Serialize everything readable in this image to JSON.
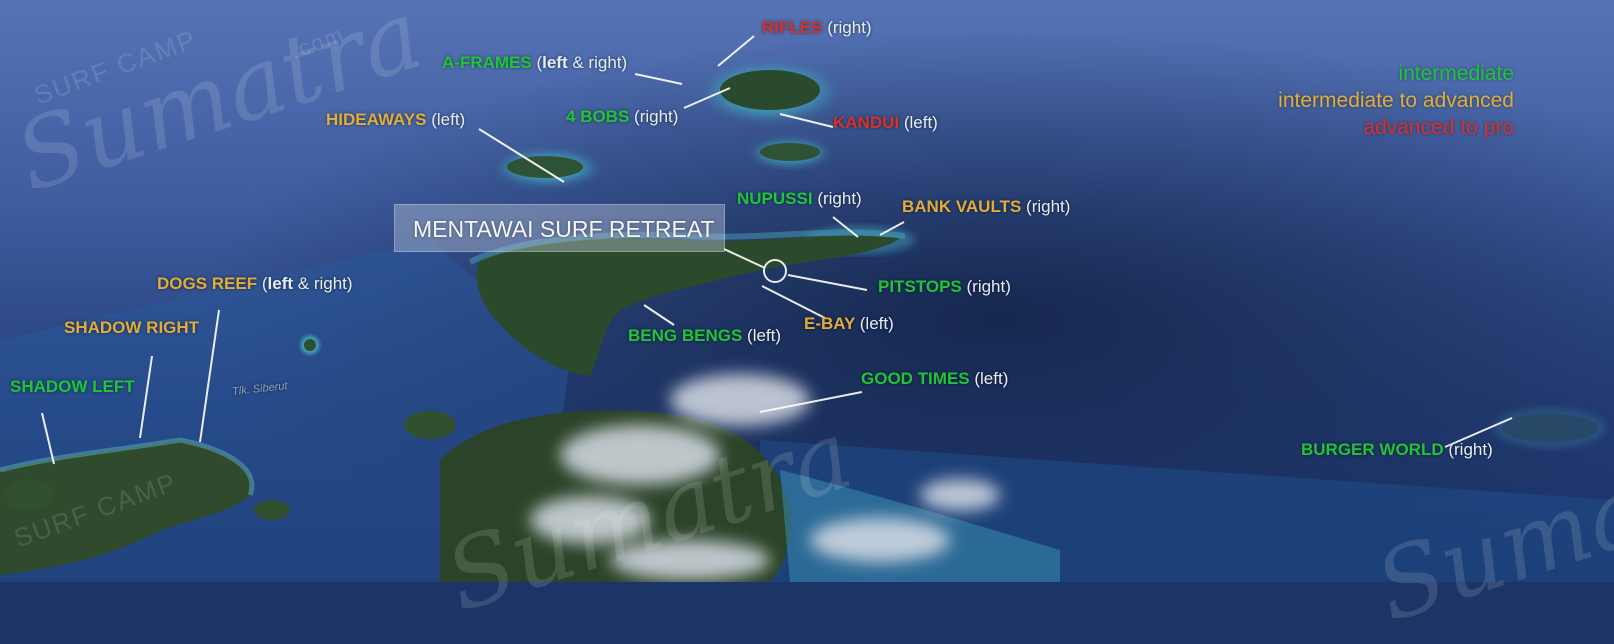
{
  "watermark": {
    "brand_top": "SURF CAMP",
    "brand_main": "Sumatra",
    "brand_suffix": ".com"
  },
  "legend": [
    {
      "text": "intermediate",
      "color": "#1ec53a"
    },
    {
      "text": "intermediate to advanced",
      "color": "#e0ad3a"
    },
    {
      "text": "advanced to pro",
      "color": "#d6312c"
    }
  ],
  "retreat": {
    "label": "MENTAWAI SURF RETREAT"
  },
  "place_label": "Tlk. Siberut",
  "spots": {
    "rifles": {
      "name": "RIFLES",
      "side": "(right)"
    },
    "a_frames": {
      "name": "A-FRAMES",
      "side_pre": "(",
      "side_bold1": "left",
      "side_mid": " & ",
      "side_bold2": "",
      "side_post": "right)"
    },
    "four_bobs": {
      "name": "4 BOBS",
      "side": "(right)"
    },
    "kandui": {
      "name": "KANDUI",
      "side": "(left)"
    },
    "hideaways": {
      "name": "HIDEAWAYS",
      "side": "(left)"
    },
    "nupussi": {
      "name": "NUPUSSI",
      "side": "(right)"
    },
    "bank_vaults": {
      "name": "BANK VAULTS",
      "side": "(right)"
    },
    "pitstops": {
      "name": "PITSTOPS",
      "side": "(right)"
    },
    "e_bay": {
      "name": "E-BAY",
      "side": "(left)"
    },
    "beng_bengs": {
      "name": "BENG BENGS",
      "side": "(left)"
    },
    "dogs_reef": {
      "name": "DOGS REEF",
      "side_pre": "(",
      "side_bold1": "left",
      "side_mid": " & ",
      "side_post": "right)"
    },
    "shadow_right": {
      "name": "SHADOW RIGHT"
    },
    "shadow_left": {
      "name": "SHADOW LEFT"
    },
    "good_times": {
      "name": "GOOD TIMES",
      "side": "(left)"
    },
    "burger_world": {
      "name": "BURGER WORLD",
      "side": "(right)"
    }
  }
}
